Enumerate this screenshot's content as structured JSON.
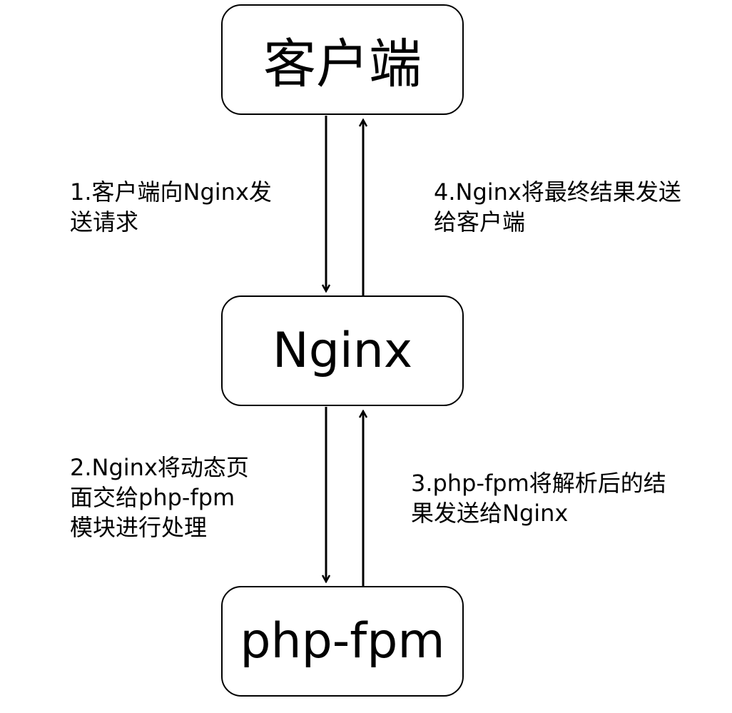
{
  "nodes": {
    "client": "客户端",
    "nginx": "Nginx",
    "phpfpm": "php-fpm"
  },
  "edges": {
    "step1": [
      "1.客户端向Nginx发",
      "送请求"
    ],
    "step4": [
      "4.Nginx将最终结果发送",
      "给客户端"
    ],
    "step2": [
      "2.Nginx将动态页",
      "面交给php-fpm",
      "模块进行处理"
    ],
    "step3": [
      "3.php-fpm将解析后的结",
      "果发送给Nginx"
    ]
  },
  "colors": {
    "stroke": "#000000",
    "background": "#ffffff"
  }
}
